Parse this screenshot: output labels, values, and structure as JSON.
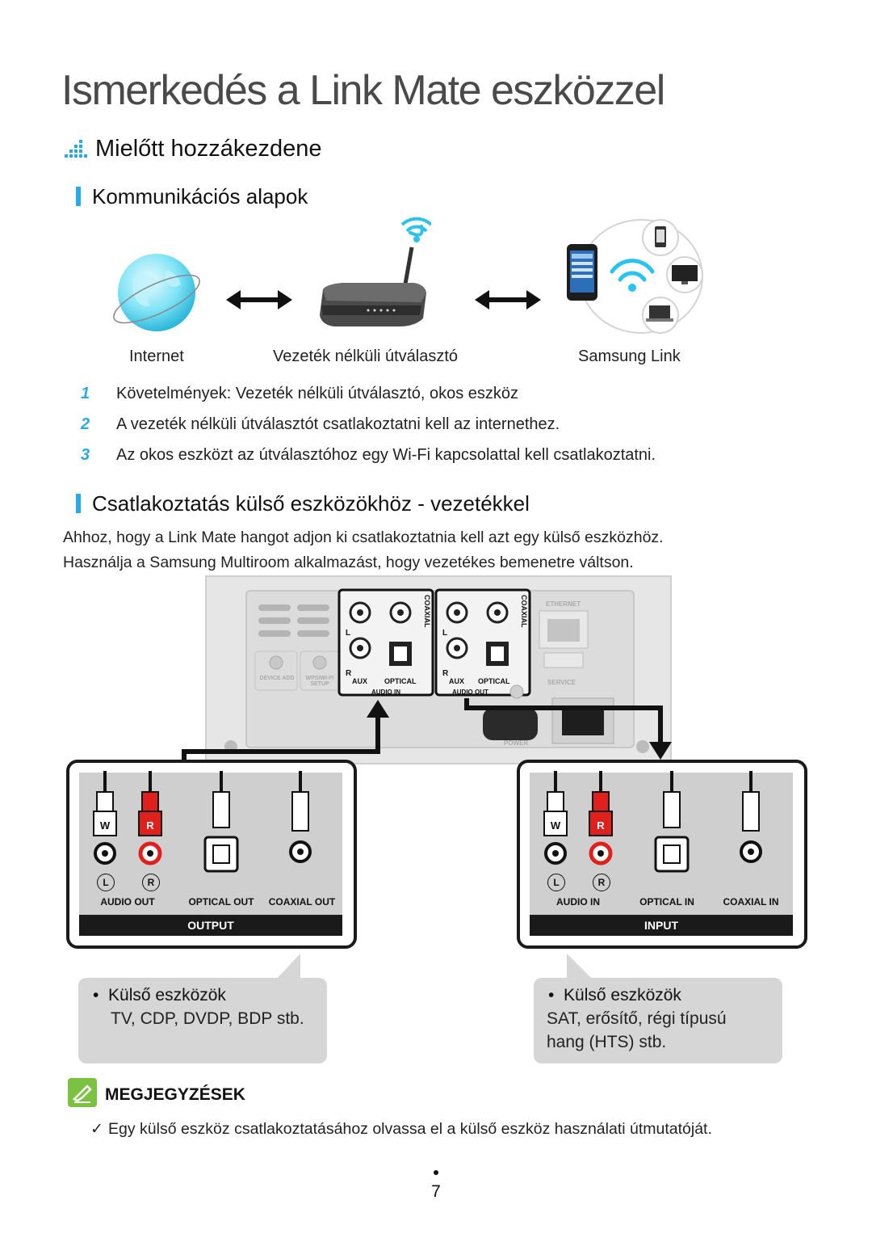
{
  "title": "Ismerkedés a Link Mate eszközzel",
  "section": {
    "label": "Mielőtt hozzákezdene",
    "icon": "aa-section-icon"
  },
  "comm": {
    "heading": "Kommunikációs alapok",
    "labels": {
      "internet": "Internet",
      "router": "Vezeték nélküli útválasztó",
      "samsung_link": "Samsung Link"
    },
    "items": [
      {
        "num": "1",
        "text": "Követelmények: Vezeték nélküli útválasztó, okos eszköz"
      },
      {
        "num": "2",
        "text": "A vezeték nélküli útválasztót csatlakoztatni kell az internethez."
      },
      {
        "num": "3",
        "text": "Az okos eszközt az útválasztóhoz egy Wi-Fi kapcsolattal kell csatlakoztatni."
      }
    ]
  },
  "wired": {
    "heading": "Csatlakoztatás külső eszközökhöz - vezetékkel",
    "para1": "Ahhoz, hogy a Link Mate hangot adjon ki csatlakoztatnia kell azt egy külső eszközhöz.",
    "para2": "Használja a Samsung Multiroom alkalmazást, hogy vezetékes bemenetre váltson."
  },
  "device_labels": {
    "coaxial": "COAXIAL",
    "aux": "AUX",
    "optical": "OPTICAL",
    "audio_in": "AUDIO IN",
    "audio_out": "AUDIO OUT",
    "ethernet": "ETHERNET",
    "service": "SERVICE",
    "power": "POWER",
    "device_add": "DEVICE ADD",
    "wps_setup": "WPS/WI-FI SETUP",
    "l": "L",
    "r": "R"
  },
  "output_panel": {
    "w": "W",
    "r": "R",
    "l_circle": "L",
    "r_circle": "R",
    "audio": "AUDIO OUT",
    "optical": "OPTICAL OUT",
    "coaxial": "COAXIAL OUT",
    "bar": "OUTPUT"
  },
  "input_panel": {
    "w": "W",
    "r": "R",
    "l_circle": "L",
    "r_circle": "R",
    "audio": "AUDIO IN",
    "optical": "OPTICAL IN",
    "coaxial": "COAXIAL IN",
    "bar": "INPUT"
  },
  "bubble_left": {
    "title": "Külső eszközök",
    "text": "TV, CDP, DVDP, BDP stb."
  },
  "bubble_right": {
    "title": "Külső eszközök",
    "text1": "SAT, erősítő, régi típusú",
    "text2": "hang (HTS) stb."
  },
  "notes": {
    "title": "MEGJEGYZÉSEK",
    "item": "Egy külső eszköz csatlakoztatásához olvassa el a külső eszköz használati útmutatóját."
  },
  "page_number": "7",
  "colors": {
    "accent": "#29a9e6",
    "note_green": "#7cc242",
    "plug_red": "#e0201c"
  }
}
